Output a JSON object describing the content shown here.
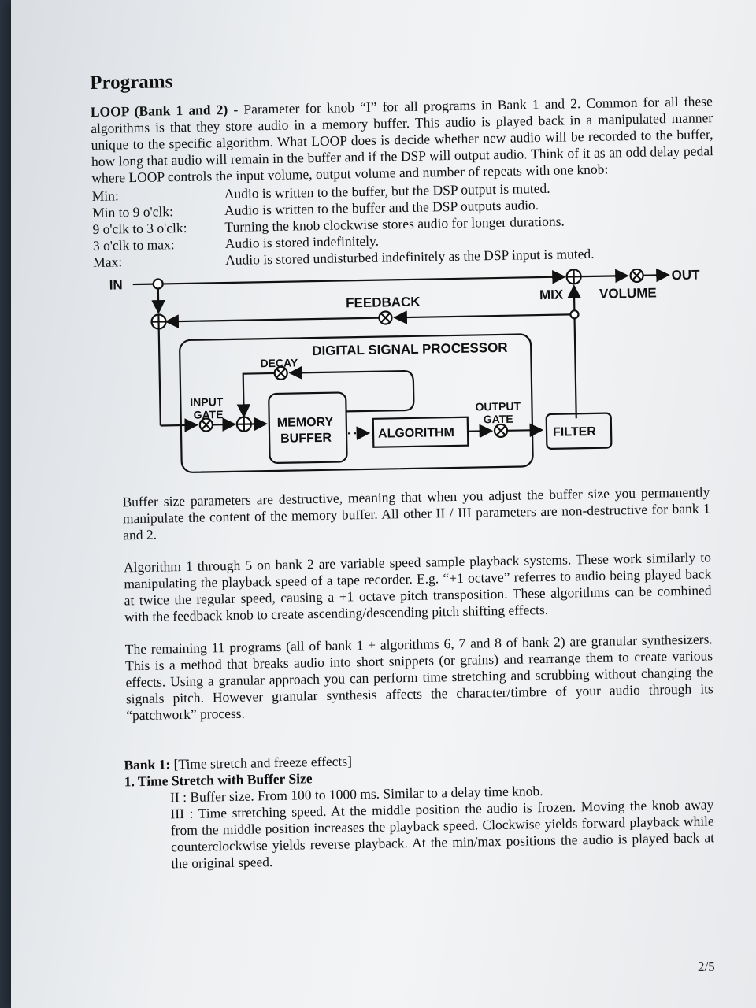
{
  "title": "Programs",
  "loop": {
    "heading": "LOOP (Bank 1 and 2)",
    "intro": " - Parameter for knob “I” for all programs in Bank 1 and 2. Common for all these algorithms is that they store audio in a memory buffer. This audio is played back in a manipulated manner unique to the specific algorithm. What LOOP does is decide whether new audio will be recorded to the buffer, how long that audio will remain in the buffer and if the DSP will output audio. Think of it as an odd delay pedal where LOOP controls the input volume, output volume and number of repeats with one knob:",
    "settings": [
      {
        "pos": "Min:",
        "desc": "Audio is written to the buffer, but the DSP output is muted."
      },
      {
        "pos": "Min to 9 o'clk:",
        "desc": "Audio is written to the buffer and the DSP outputs audio."
      },
      {
        "pos": "9 o'clk to 3 o'clk:",
        "desc": "Turning the knob clockwise stores audio for longer durations."
      },
      {
        "pos": "3 o'clk to max:",
        "desc": "Audio is stored indefinitely."
      },
      {
        "pos": "Max:",
        "desc": "Audio is stored undisturbed indefinitely as the DSP input is muted."
      }
    ]
  },
  "diagram": {
    "in": "IN",
    "out": "OUT",
    "feedback": "FEEDBACK",
    "mix": "MIX",
    "volume": "VOLUME",
    "dsp": "DIGITAL SIGNAL PROCESSOR",
    "decay": "DECAY",
    "input_gate_1": "INPUT",
    "input_gate_2": "GATE",
    "memory_1": "MEMORY",
    "memory_2": "BUFFER",
    "algorithm": "ALGORITHM",
    "output_gate_1": "OUTPUT",
    "output_gate_2": "GATE",
    "filter": "FILTER"
  },
  "paragraphs": [
    "Buffer size parameters are destructive, meaning that when you adjust the buffer size you permanently manipulate the content of the memory buffer. All other II / III parameters are non-destructive for bank 1 and 2.",
    "Algorithm 1 through 5 on bank 2 are variable speed sample playback systems. These work similarly to manipulating the playback speed of a tape recorder. E.g. “+1 octave” referres to audio being played back at twice the regular speed, causing a +1 octave pitch transposition. These algorithms can be combined with the feedback knob to create ascending/descending pitch shifting effects.",
    "The remaining 11 programs (all of bank 1 + algorithms 6, 7 and 8 of bank 2) are granular synthesizers. This is a method that breaks audio into short snippets (or grains) and rearrange them to create various effects. Using a granular approach you can perform time stretching and scrubbing without changing the signals pitch. However granular synthesis affects the character/timbre of your audio through its “patchwork” process."
  ],
  "bank1": {
    "label": "Bank 1:",
    "desc": " [Time stretch and freeze effects]",
    "item_title": "1. Time Stretch with Buffer Size",
    "param_ii": "II : Buffer size. From 100 to 1000 ms. Similar to a delay time knob.",
    "param_iii": "III : Time stretching speed. At the middle position the audio is frozen. Moving the knob away from the middle position increases the playback speed. Clockwise yields forward playback while counterclockwise yields reverse playback. At the min/max positions the audio is played back at the original speed."
  },
  "page_number": "2/5"
}
